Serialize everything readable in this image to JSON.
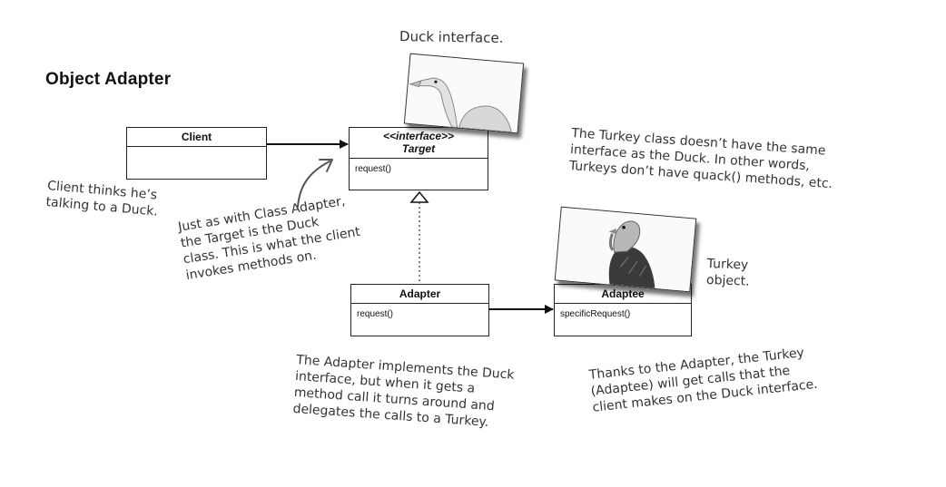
{
  "title": "Object Adapter",
  "classes": {
    "client": {
      "name": "Client",
      "ops": ""
    },
    "target": {
      "stereotype": "<<interface>>",
      "name": "Target",
      "ops": "request()"
    },
    "adapter": {
      "name": "Adapter",
      "ops": "request()"
    },
    "adaptee": {
      "name": "Adaptee",
      "ops": "specificRequest()"
    }
  },
  "notes": {
    "duck_caption": "Duck interface.",
    "client": [
      "Client thinks he’s",
      "talking to a Duck."
    ],
    "target": [
      "Just as with Class Adapter,",
      "the Target is the Duck",
      "class. This is what the client",
      "invokes methods on."
    ],
    "turkey_class": [
      "The Turkey class doesn’t have the same",
      "interface as the Duck. In other words,",
      "Turkeys don’t have quack() methods, etc."
    ],
    "turkey_caption": [
      "Turkey",
      "object."
    ],
    "adapter": [
      "The Adapter implements the Duck",
      "interface, but when it gets a",
      "method call it turns around and",
      "delegates the calls to a Turkey."
    ],
    "adaptee": [
      "Thanks to the Adapter, the Turkey",
      "(Adaptee) will get calls that the",
      "client makes on the Duck interface."
    ]
  }
}
